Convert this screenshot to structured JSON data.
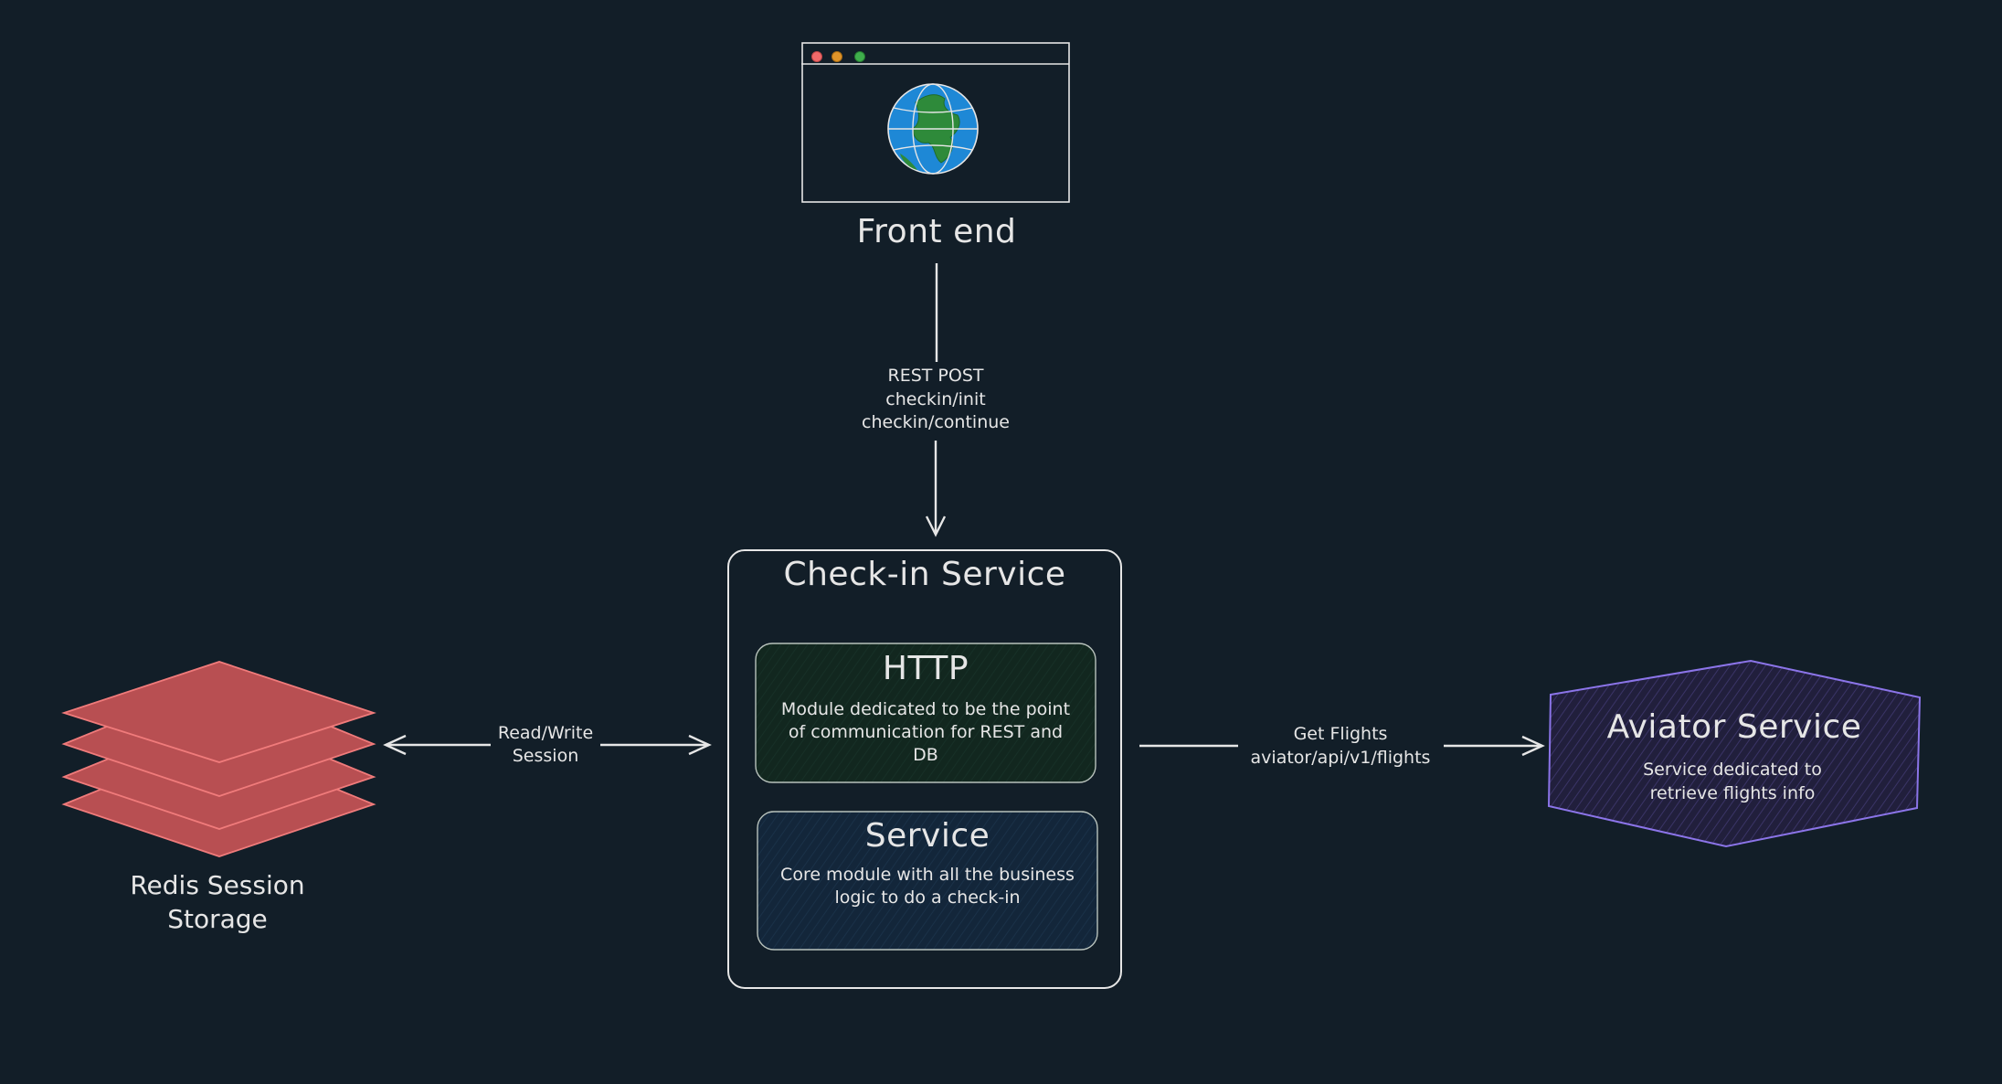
{
  "frontend": {
    "label": "Front end",
    "icon": "globe-icon"
  },
  "edge_rest": {
    "lines": [
      "REST POST",
      "checkin/init",
      "checkin/continue"
    ]
  },
  "checkin_service": {
    "title": "Check-in Service",
    "http": {
      "title": "HTTP",
      "lines": [
        "Module dedicated to be the point",
        "of communication for REST and",
        "DB"
      ]
    },
    "service": {
      "title": "Service",
      "lines": [
        "Core module with all the business",
        "logic to do a check-in"
      ]
    }
  },
  "redis": {
    "lines": [
      "Redis Session",
      "Storage"
    ],
    "icon": "layers-icon"
  },
  "edge_redis": {
    "lines": [
      "Read/Write",
      "Session"
    ]
  },
  "aviator": {
    "title": "Aviator Service",
    "lines": [
      "Service dedicated to",
      "retrieve flights info"
    ]
  },
  "edge_aviator": {
    "lines": [
      "Get Flights",
      "aviator/api/v1/flights"
    ]
  },
  "colors": {
    "background": "#121e28",
    "stroke": "#e6e6e6",
    "http_fill": "#12271f",
    "service_fill": "#13263a",
    "redis_fill": "#b84f52",
    "redis_stroke": "#f07b7b",
    "aviator_fill": "#211f3c",
    "aviator_stroke": "#8b74e8",
    "globe_ocean": "#1e88d6",
    "globe_land": "#2e8a3a"
  }
}
